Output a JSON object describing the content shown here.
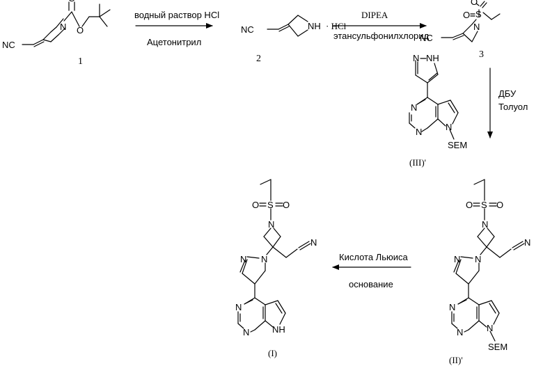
{
  "compounds": {
    "c1": {
      "number": "1",
      "label_nc": "NC",
      "label_n": "N",
      "label_o1": "O",
      "label_o2": "O"
    },
    "c2": {
      "number": "2",
      "label_nc": "NC",
      "label_nh": "NH",
      "label_salt": "· HCl"
    },
    "c3": {
      "number": "3",
      "label_nc": "NC",
      "label_n": "N",
      "label_s": "S",
      "label_o1": "O",
      "label_o2": "O"
    },
    "c4": {
      "number": "(III)'",
      "label_n1": "N",
      "label_nh": "NH",
      "label_n3": "N",
      "label_n4": "N",
      "label_n5": "N",
      "label_sem": "SEM"
    },
    "c5": {
      "number": "(II)'",
      "label_s": "S",
      "label_o1": "O",
      "label_o2": "O",
      "label_n_az": "N",
      "label_n_pz1": "N",
      "label_n_pz2": "N",
      "label_cn": "N",
      "label_n3": "N",
      "label_n4": "N",
      "label_n5": "N",
      "label_sem": "SEM"
    },
    "c6": {
      "number": "(I)",
      "label_s": "S",
      "label_o1": "O",
      "label_o2": "O",
      "label_n_az": "N",
      "label_n_pz1": "N",
      "label_n_pz2": "N",
      "label_cn": "N",
      "label_n3": "N",
      "label_n4": "N",
      "label_nh": "NH"
    }
  },
  "reactions": {
    "r1": {
      "above": "водный раствор HCl",
      "below": "Ацетонитрил"
    },
    "r2": {
      "above": "DIPEA",
      "below": "этансульфонилхлорид"
    },
    "r3": {
      "right1": "ДБУ",
      "right2": "Толуол"
    },
    "r4": {
      "above": "Кислота Льюиса",
      "below": "основание"
    }
  }
}
